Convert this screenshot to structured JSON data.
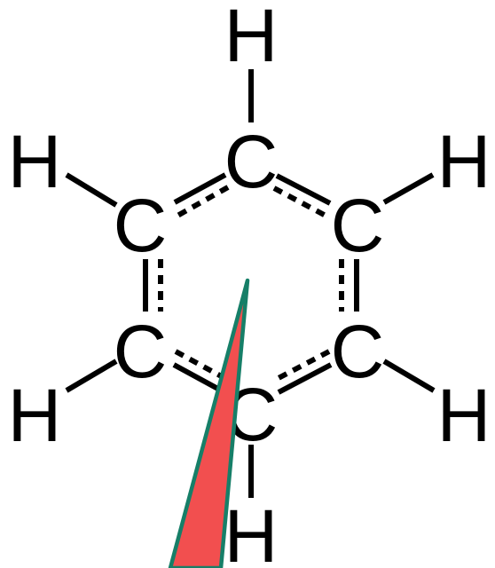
{
  "molecule": {
    "atoms": {
      "carbon_top": "C",
      "carbon_upper_left": "C",
      "carbon_upper_right": "C",
      "carbon_lower_left": "C",
      "carbon_lower_right": "C",
      "carbon_bottom": "C",
      "hydrogen_top": "H",
      "hydrogen_upper_left": "H",
      "hydrogen_upper_right": "H",
      "hydrogen_lower_left": "H",
      "hydrogen_lower_right": "H",
      "hydrogen_bottom": "H"
    }
  },
  "colors": {
    "pointer_fill": "#f24f4f",
    "pointer_outline": "#167f68",
    "structure": "#000000"
  }
}
